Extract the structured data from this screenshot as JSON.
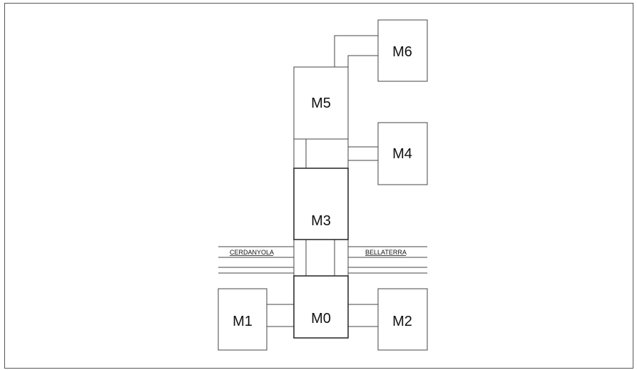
{
  "modules": {
    "m0": "M0",
    "m1": "M1",
    "m2": "M2",
    "m3": "M3",
    "m4": "M4",
    "m5": "M5",
    "m6": "M6"
  },
  "roads": {
    "left": "CERDANYOLA",
    "right": "BELLATERRA"
  }
}
